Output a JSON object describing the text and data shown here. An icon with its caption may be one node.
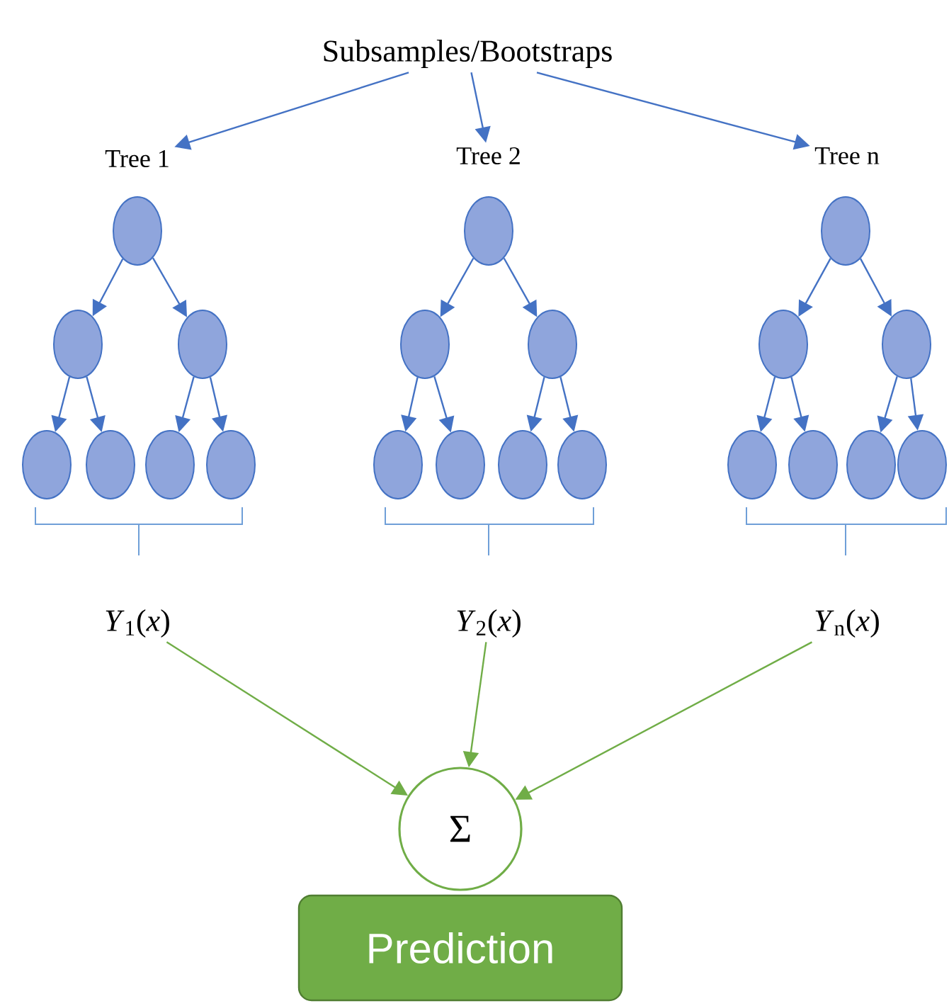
{
  "diagram": {
    "nodes": [
      {
        "text": [
          "Subsamples/Bootstraps"
        ]
      },
      {
        "text": [
          "Tree 1"
        ]
      },
      {
        "text": [
          "Tree 2"
        ]
      },
      {
        "text": [
          "Tree n"
        ]
      },
      {
        "text": [],
        "shape": "circle"
      },
      {
        "text": [],
        "shape": "circle"
      },
      {
        "text": [],
        "shape": "circle"
      },
      {
        "text": [],
        "shape": "circle"
      },
      {
        "text": [],
        "shape": "circle"
      },
      {
        "text": [],
        "shape": "circle"
      },
      {
        "text": [],
        "shape": "circle"
      },
      {
        "text": [],
        "shape": "circle"
      },
      {
        "text": [],
        "shape": "circle"
      },
      {
        "text": [],
        "shape": "circle"
      },
      {
        "text": [],
        "shape": "circle"
      },
      {
        "text": [],
        "shape": "circle"
      },
      {
        "text": [],
        "shape": "circle"
      },
      {
        "text": [],
        "shape": "circle"
      },
      {
        "text": [],
        "shape": "circle"
      },
      {
        "text": [],
        "shape": "circle"
      },
      {
        "text": [],
        "shape": "circle"
      },
      {
        "text": [],
        "shape": "circle"
      },
      {
        "text": [],
        "shape": "circle"
      },
      {
        "text": [],
        "shape": "circle"
      },
      {
        "text": [],
        "shape": "circle"
      },
      {
        "text": [
          "*Y*$_{1}$(*x*)"
        ]
      },
      {
        "text": [
          "*Y*$_{2}$(*x*)"
        ]
      },
      {
        "text": [
          "*Y*$_{n}$(*x*)"
        ]
      },
      {
        "text": [
          "Σ"
        ]
      },
      {
        "text": [
          "Prediction"
        ]
      }
    ],
    "edges": [
      {
        "from": 0,
        "to": 1,
        "arrow": "to"
      },
      {
        "from": 0,
        "to": 2,
        "arrow": "to"
      },
      {
        "from": 0,
        "to": 3,
        "arrow": "to"
      },
      {
        "from": 4,
        "to": 5,
        "arrow": "to"
      },
      {
        "from": 4,
        "to": 6,
        "arrow": "to"
      },
      {
        "from": 5,
        "to": 7,
        "arrow": "to"
      },
      {
        "from": 5,
        "to": 8,
        "arrow": "to"
      },
      {
        "from": 6,
        "to": 9,
        "arrow": "to"
      },
      {
        "from": 6,
        "to": 10,
        "arrow": "to"
      },
      {
        "from": 11,
        "to": 12,
        "arrow": "to"
      },
      {
        "from": 11,
        "to": 13,
        "arrow": "to"
      },
      {
        "from": 12,
        "to": 14,
        "arrow": "to"
      },
      {
        "from": 12,
        "to": 15,
        "arrow": "to"
      },
      {
        "from": 13,
        "to": 16,
        "arrow": "to"
      },
      {
        "from": 13,
        "to": 17,
        "arrow": "to"
      },
      {
        "from": 18,
        "to": 19,
        "arrow": "to"
      },
      {
        "from": 18,
        "to": 20,
        "arrow": "to"
      },
      {
        "from": 19,
        "to": 21,
        "arrow": "to"
      },
      {
        "from": 19,
        "to": 22,
        "arrow": "to"
      },
      {
        "from": 20,
        "to": 23,
        "arrow": "to"
      },
      {
        "from": 20,
        "to": 24,
        "arrow": "to"
      },
      {
        "from": 25,
        "to": 28,
        "arrow": "to",
        "color": "#70ad47"
      },
      {
        "from": 26,
        "to": 28,
        "arrow": "to",
        "color": "#70ad47"
      },
      {
        "from": 27,
        "to": 28,
        "arrow": "to",
        "color": "#70ad47"
      }
    ]
  }
}
